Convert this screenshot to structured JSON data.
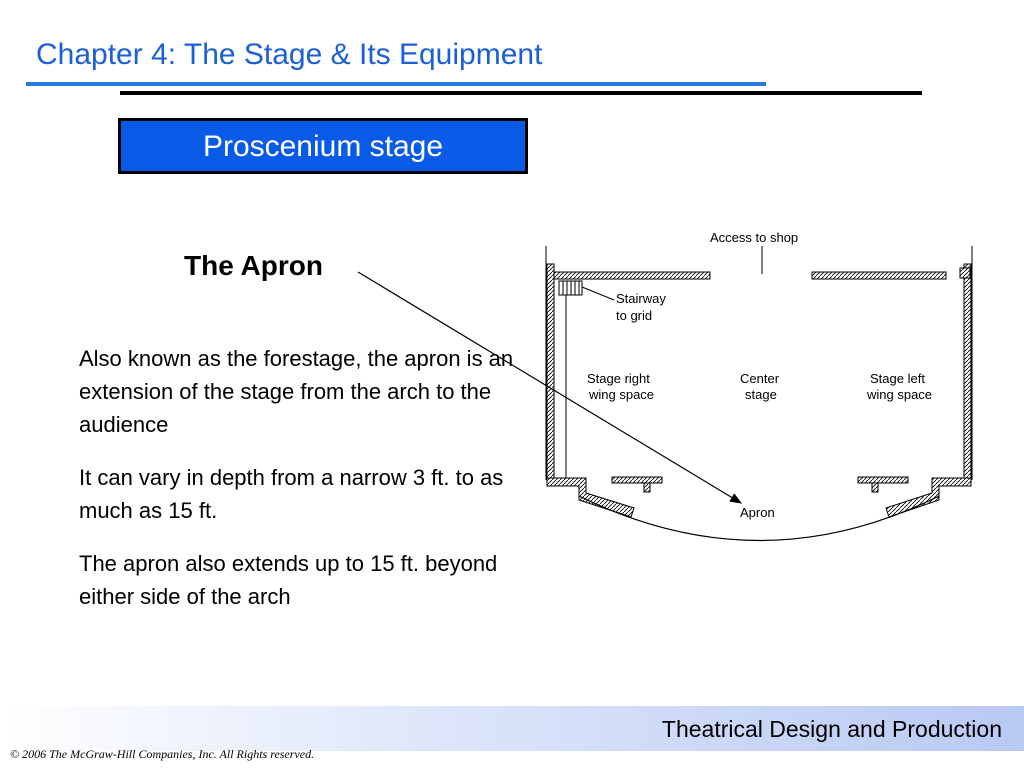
{
  "header": {
    "title": "Chapter 4:  The Stage & Its Equipment"
  },
  "banner": {
    "label": "Proscenium stage"
  },
  "section": {
    "heading": "The Apron",
    "paragraphs": [
      "Also known as the forestage, the apron is an extension of the stage from the arch to the audience",
      "It can vary in depth from a narrow 3 ft. to as much as 15 ft.",
      "The apron also extends up to 15 ft. beyond either side of the arch"
    ]
  },
  "diagram": {
    "labels": {
      "access": "Access to shop",
      "stairway_line1": "Stairway",
      "stairway_line2": "to grid",
      "stage_right_line1": "Stage right",
      "stage_right_line2": "wing space",
      "center_line1": "Center",
      "center_line2": "stage",
      "stage_left_line1": "Stage left",
      "stage_left_line2": "wing space",
      "apron": "Apron"
    }
  },
  "footer": {
    "course": "Theatrical Design and Production",
    "copyright": "© 2006 The McGraw-Hill Companies, Inc. All Rights reserved."
  }
}
